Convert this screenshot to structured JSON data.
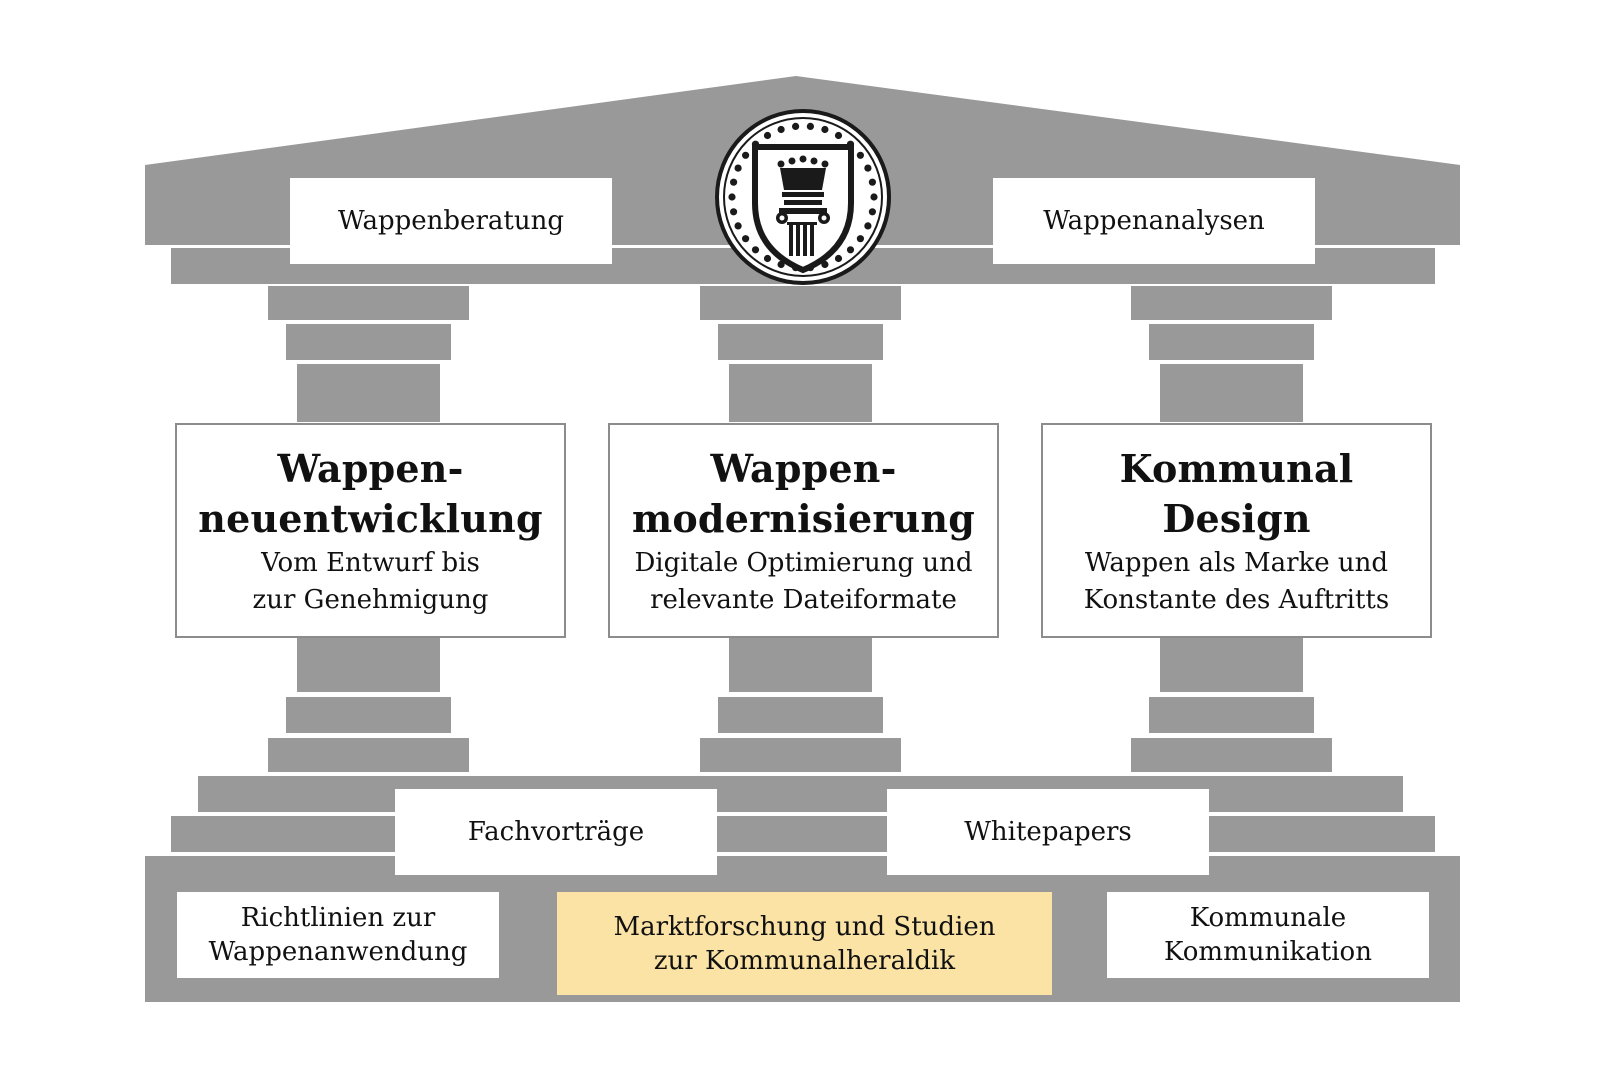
{
  "colors": {
    "stone": "#999999",
    "box": "#ffffff",
    "highlight": "#fbe3a6",
    "text": "#111111"
  },
  "emblem": {
    "icon": "column-crown-shield-seal-icon"
  },
  "roof": {
    "left_label": "Wappenberatung",
    "right_label": "Wappenanalysen"
  },
  "pillars": [
    {
      "title_line1": "Wappen-",
      "title_line2": "neuentwicklung",
      "sub_line1": "Vom Entwurf bis",
      "sub_line2": "zur Genehmigung"
    },
    {
      "title_line1": "Wappen-",
      "title_line2": "modernisierung",
      "sub_line1": "Digitale Optimierung und",
      "sub_line2": "relevante Dateiformate"
    },
    {
      "title_line1": "Kommunal",
      "title_line2": "Design",
      "sub_line1": "Wappen als Marke und",
      "sub_line2": "Konstante des Auftritts"
    }
  ],
  "steps": {
    "left_label": "Fachvorträge",
    "right_label": "Whitepapers"
  },
  "base": {
    "left_line1": "Richtlinien zur",
    "left_line2": "Wappenanwendung",
    "center_line1": "Marktforschung und Studien",
    "center_line2": "zur Kommunalheraldik",
    "right_line1": "Kommunale",
    "right_line2": "Kommunikation"
  }
}
